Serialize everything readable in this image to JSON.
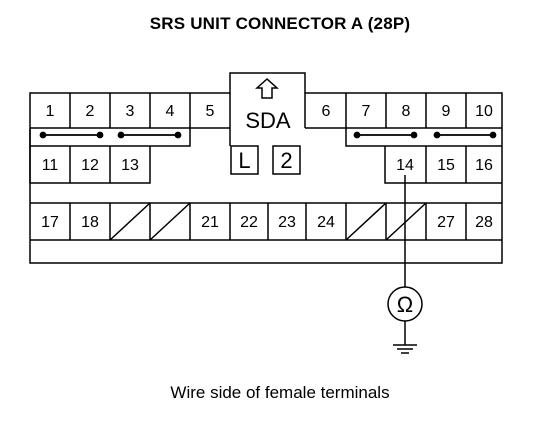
{
  "title": "SRS UNIT CONNECTOR A (28P)",
  "caption": "Wire side of female terminals",
  "connector": {
    "center_label": "SDA",
    "key_labels": [
      "L",
      "2"
    ],
    "pins": {
      "p1": "1",
      "p2": "2",
      "p3": "3",
      "p4": "4",
      "p5": "5",
      "p6": "6",
      "p7": "7",
      "p8": "8",
      "p9": "9",
      "p10": "10",
      "p11": "11",
      "p12": "12",
      "p13": "13",
      "p14": "14",
      "p15": "15",
      "p16": "16",
      "p17": "17",
      "p18": "18",
      "p21": "21",
      "p22": "22",
      "p23": "23",
      "p24": "24",
      "p27": "27",
      "p28": "28"
    }
  },
  "meter": {
    "symbol": "Ω"
  }
}
